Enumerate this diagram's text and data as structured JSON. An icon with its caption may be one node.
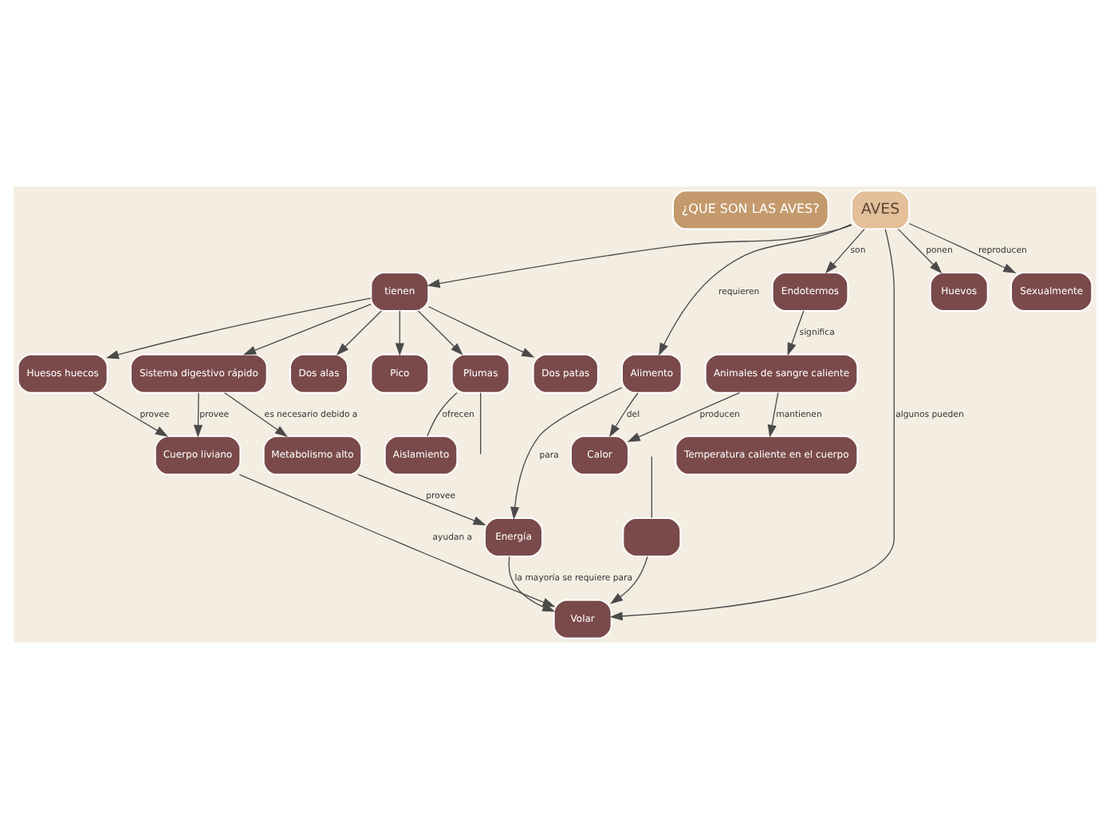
{
  "diagram": {
    "nodes": [
      {
        "text": [
          "¿QUE SON LAS AVES?"
        ]
      },
      {
        "text": [
          "AVES"
        ]
      },
      {
        "text": [
          "tienen"
        ]
      },
      {
        "text": [
          "Plumas"
        ]
      },
      {
        "text": [
          "Aislamiento"
        ]
      },
      {
        "text": [
          "Dos patas"
        ]
      },
      {
        "text": [
          "Dos alas"
        ]
      },
      {
        "text": [
          "Pico"
        ]
      },
      {
        "text": [
          "Sistema digestivo rápido"
        ]
      },
      {
        "text": [
          "Huesos huecos"
        ]
      },
      {
        "text": [
          "Huevos"
        ]
      },
      {
        "text": [
          "Alimento"
        ]
      },
      {
        "text": [
          "Sexualmente"
        ]
      },
      {
        "text": [
          "Endotermos"
        ]
      },
      {
        "text": [
          "Animales de sangre caliente"
        ]
      },
      {
        "text": [
          "Calor"
        ]
      },
      {
        "text": [
          "Energía"
        ]
      },
      {
        "text": [
          "Metabolismo alto"
        ]
      },
      {
        "text": [
          "Cuerpo liviano"
        ]
      },
      {
        "text": [
          "Temperatura caliente en el cuerpo"
        ]
      },
      {
        "text": [
          "Volar"
        ]
      },
      {
        "text": [],
        "shape": "box"
      }
    ],
    "edges": [
      {
        "from": 1,
        "to": 2,
        "arrow": "to"
      },
      {
        "from": 2,
        "to": 3,
        "arrow": "to"
      },
      {
        "from": 2,
        "to": 5,
        "arrow": "to"
      },
      {
        "from": 2,
        "to": 6,
        "arrow": "to"
      },
      {
        "from": 2,
        "to": 7,
        "arrow": "to"
      },
      {
        "from": 2,
        "to": 8,
        "arrow": "to"
      },
      {
        "from": 2,
        "to": 9,
        "arrow": "to"
      },
      {
        "from": 3,
        "to": 4,
        "label": "ofrecen",
        "arrow": "none"
      },
      {
        "from": 3,
        "to": null,
        "arrow": "none"
      },
      {
        "from": 1,
        "to": 10,
        "label": "ponen",
        "arrow": "to"
      },
      {
        "from": 1,
        "to": 11,
        "label": "requieren",
        "arrow": "to"
      },
      {
        "from": 1,
        "to": 12,
        "label": "reproducen",
        "arrow": "to"
      },
      {
        "from": 1,
        "to": 13,
        "label": "son",
        "arrow": "to"
      },
      {
        "from": 1,
        "to": 20,
        "label": "algunos pueden",
        "arrow": "to"
      },
      {
        "from": 13,
        "to": 14,
        "label": "significa",
        "arrow": "to"
      },
      {
        "from": 14,
        "to": 15,
        "label": "producen",
        "arrow": "to"
      },
      {
        "from": 14,
        "to": 19,
        "label": "mantienen",
        "arrow": "to"
      },
      {
        "from": 11,
        "to": 15,
        "label": "del",
        "arrow": "to"
      },
      {
        "from": 11,
        "to": 16,
        "label": "para",
        "arrow": "to"
      },
      {
        "from": 8,
        "to": 17,
        "label": "es necesario debido a",
        "arrow": "to"
      },
      {
        "from": 8,
        "to": 18,
        "label": "provee",
        "arrow": "to"
      },
      {
        "from": 9,
        "to": 18,
        "label": "provee",
        "arrow": "to"
      },
      {
        "from": 17,
        "to": 16,
        "label": "provee",
        "arrow": "to"
      },
      {
        "from": 16,
        "to": 20,
        "label": "la mayoría se requiere para",
        "arrow": "to"
      },
      {
        "from": 18,
        "to": 20,
        "label": "ayudan a",
        "arrow": "to"
      },
      {
        "from": 21,
        "to": 20,
        "arrow": "to"
      },
      {
        "from": null,
        "to": 21,
        "arrow": "none"
      }
    ]
  }
}
